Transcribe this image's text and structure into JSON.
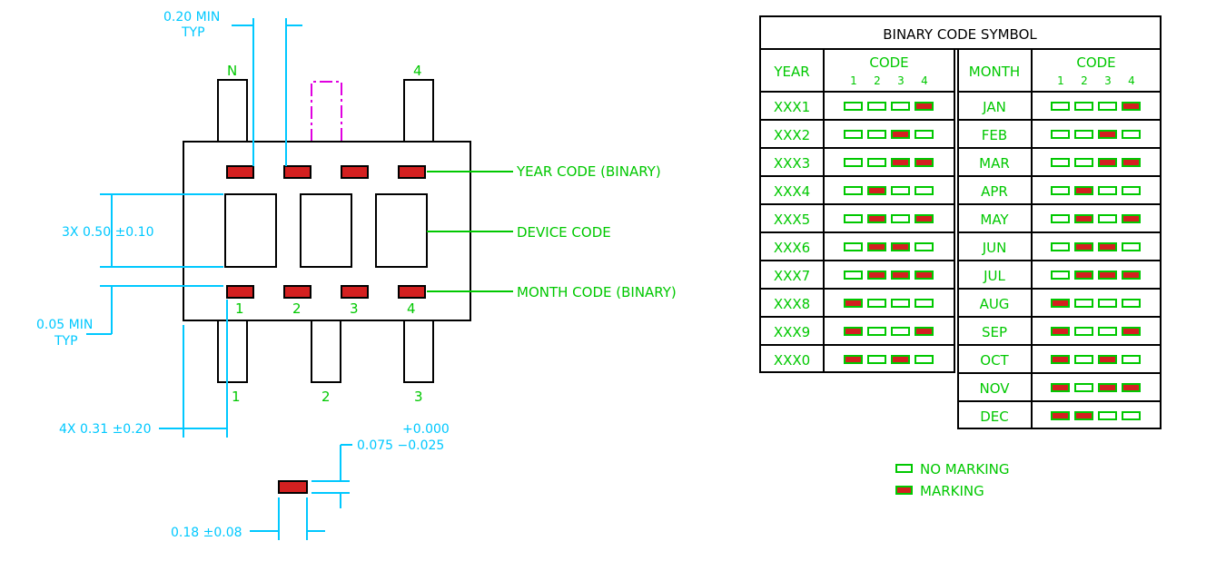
{
  "package": {
    "pin_top_labels": [
      "N",
      "4"
    ],
    "pin_bottom_labels": [
      "1",
      "2",
      "3"
    ],
    "pad_numbers": [
      "1",
      "2",
      "3",
      "4"
    ]
  },
  "dims": {
    "top_gap_1": "0.20 MIN",
    "top_gap_2": "TYP",
    "pad_height": "3X 0.50 ±0.10",
    "side_gap_1": "0.05 MIN",
    "side_gap_2": "TYP",
    "pin_width": "4X 0.31 ±0.20",
    "mark_height_tol_top": "+0.000",
    "mark_height": "0.075 −0.025",
    "mark_width": "0.18 ±0.08"
  },
  "callouts": {
    "year": "YEAR CODE (BINARY)",
    "device": "DEVICE CODE",
    "month": "MONTH CODE (BINARY)"
  },
  "table": {
    "title": "BINARY CODE SYMBOL",
    "year_header": "YEAR",
    "month_header": "MONTH",
    "code_header": "CODE",
    "bits": [
      "1",
      "2",
      "3",
      "4"
    ],
    "years": [
      {
        "label": "XXX1",
        "bits": [
          0,
          0,
          0,
          1
        ]
      },
      {
        "label": "XXX2",
        "bits": [
          0,
          0,
          1,
          0
        ]
      },
      {
        "label": "XXX3",
        "bits": [
          0,
          0,
          1,
          1
        ]
      },
      {
        "label": "XXX4",
        "bits": [
          0,
          1,
          0,
          0
        ]
      },
      {
        "label": "XXX5",
        "bits": [
          0,
          1,
          0,
          1
        ]
      },
      {
        "label": "XXX6",
        "bits": [
          0,
          1,
          1,
          0
        ]
      },
      {
        "label": "XXX7",
        "bits": [
          0,
          1,
          1,
          1
        ]
      },
      {
        "label": "XXX8",
        "bits": [
          1,
          0,
          0,
          0
        ]
      },
      {
        "label": "XXX9",
        "bits": [
          1,
          0,
          0,
          1
        ]
      },
      {
        "label": "XXX0",
        "bits": [
          1,
          0,
          1,
          0
        ]
      }
    ],
    "months": [
      {
        "label": "JAN",
        "bits": [
          0,
          0,
          0,
          1
        ]
      },
      {
        "label": "FEB",
        "bits": [
          0,
          0,
          1,
          0
        ]
      },
      {
        "label": "MAR",
        "bits": [
          0,
          0,
          1,
          1
        ]
      },
      {
        "label": "APR",
        "bits": [
          0,
          1,
          0,
          0
        ]
      },
      {
        "label": "MAY",
        "bits": [
          0,
          1,
          0,
          1
        ]
      },
      {
        "label": "JUN",
        "bits": [
          0,
          1,
          1,
          0
        ]
      },
      {
        "label": "JUL",
        "bits": [
          0,
          1,
          1,
          1
        ]
      },
      {
        "label": "AUG",
        "bits": [
          1,
          0,
          0,
          0
        ]
      },
      {
        "label": "SEP",
        "bits": [
          1,
          0,
          0,
          1
        ]
      },
      {
        "label": "OCT",
        "bits": [
          1,
          0,
          1,
          0
        ]
      },
      {
        "label": "NOV",
        "bits": [
          1,
          0,
          1,
          1
        ]
      },
      {
        "label": "DEC",
        "bits": [
          1,
          1,
          0,
          0
        ]
      }
    ]
  },
  "legend": {
    "no_marking": "NO MARKING",
    "marking": "MARKING"
  },
  "colors": {
    "dimension": "#00c8ff",
    "annotation": "#00c800",
    "mark_fill": "#d42020",
    "keepout": "#e000e0"
  }
}
